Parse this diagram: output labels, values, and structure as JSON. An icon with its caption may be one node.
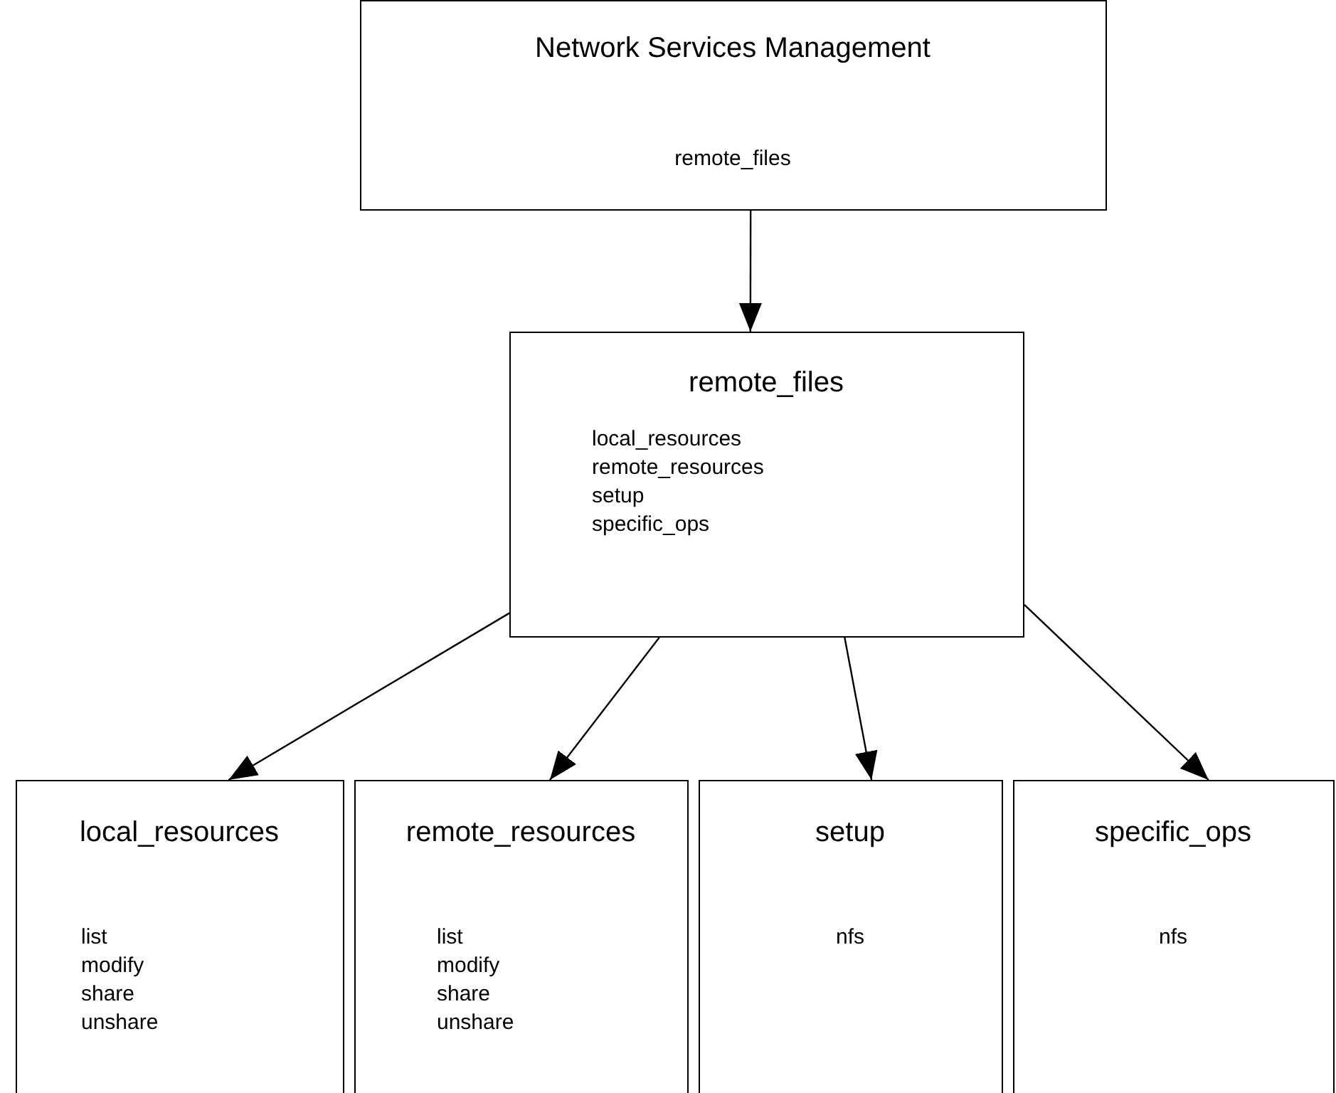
{
  "diagram": {
    "nodes": [
      {
        "text": [
          "Network Services Management",
          "remote_files"
        ]
      },
      {
        "text": [
          "remote_files",
          "local_resources",
          "remote_resources",
          "setup",
          "specific_ops"
        ]
      },
      {
        "text": [
          "local_resources",
          "list",
          "modify",
          "share",
          "unshare"
        ]
      },
      {
        "text": [
          "remote_resources",
          "list",
          "modify",
          "share",
          "unshare"
        ]
      },
      {
        "text": [
          "setup",
          "nfs"
        ]
      },
      {
        "text": [
          "specific_ops",
          "nfs"
        ]
      }
    ],
    "edges": [
      {
        "from": 0,
        "to": 1,
        "arrow": "to"
      },
      {
        "from": 1,
        "to": 2,
        "arrow": "to"
      },
      {
        "from": 1,
        "to": 3,
        "arrow": "to"
      },
      {
        "from": 1,
        "to": 4,
        "arrow": "to"
      },
      {
        "from": 1,
        "to": 5,
        "arrow": "to"
      }
    ]
  }
}
